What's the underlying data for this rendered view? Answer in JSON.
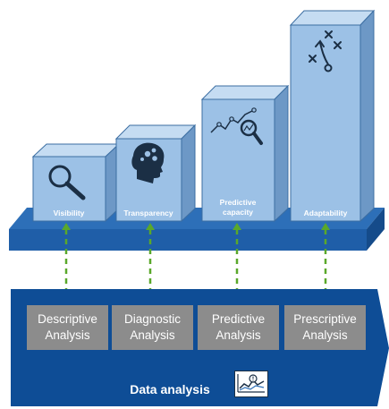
{
  "stages": [
    {
      "label_lines": [
        "Visibility"
      ],
      "icon": "magnifier-icon"
    },
    {
      "label_lines": [
        "Transparency"
      ],
      "icon": "brain-head-icon"
    },
    {
      "label_lines": [
        "Predictive",
        "capacity"
      ],
      "icon": "chart-magnifier-icon"
    },
    {
      "label_lines": [
        "Adaptability"
      ],
      "icon": "play-strategy-icon"
    }
  ],
  "analyses": [
    {
      "line1": "Descriptive",
      "line2": "Analysis"
    },
    {
      "line1": "Diagnostic",
      "line2": "Analysis"
    },
    {
      "line1": "Predictive",
      "line2": "Analysis"
    },
    {
      "line1": "Prescriptive",
      "line2": "Analysis"
    }
  ],
  "data_analysis": {
    "title": "Data analysis",
    "icon": "data-chart-icon"
  },
  "colors": {
    "box_front": "#9cc1e6",
    "box_top": "#c5dcf2",
    "box_side": "#6d98c6",
    "box_outline": "#3c6ea2",
    "platform_front": "#1f5ea8",
    "platform_top": "#2d6fb8",
    "banner": "#0e4d96",
    "analysis_box": "#8c8c8c",
    "connector": "#5aa82a",
    "icon_dark": "#1b2f45"
  }
}
